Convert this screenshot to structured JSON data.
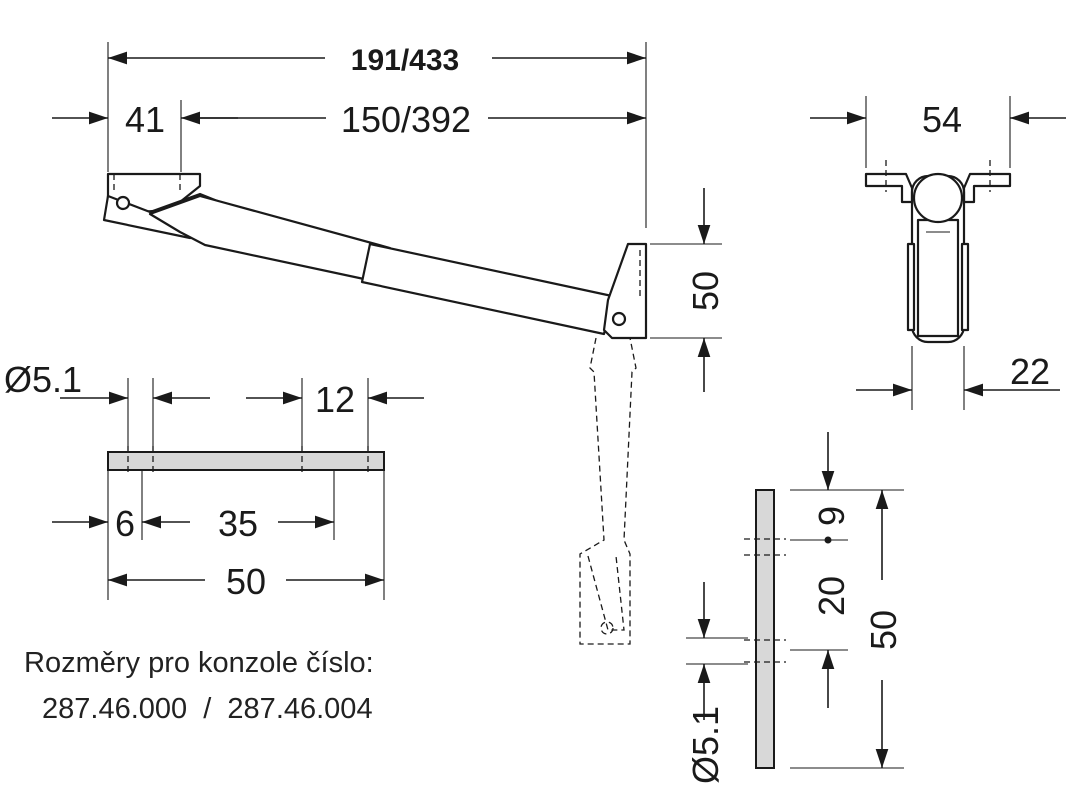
{
  "dimensions": {
    "overall_length": "191/433",
    "bracket_width": "41",
    "arm_length": "150/392",
    "side_width": "54",
    "end_height": "50",
    "arm_width": "22",
    "hole_diameter_top": "Ø5.1",
    "hole_edge_top": "12",
    "plate_offset": "6",
    "hole_spacing": "35",
    "plate_length": "50",
    "vert_top_offset": "9",
    "vert_spacing": "20",
    "vert_length": "50",
    "hole_diameter_vert": "Ø5.1"
  },
  "caption": {
    "line1": "Rozměry pro konzole číslo:",
    "line2": "287.46.000  /  287.46.004"
  }
}
